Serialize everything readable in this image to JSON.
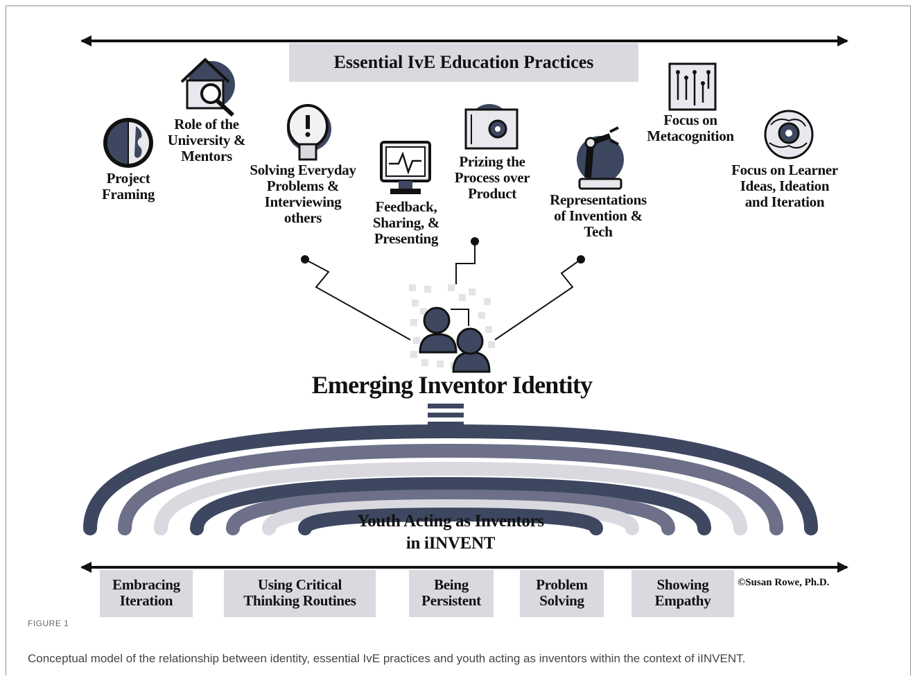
{
  "header": {
    "title": "Essential IvE Education Practices"
  },
  "practices": [
    {
      "icon": "globe-icon",
      "label": "Project\nFraming"
    },
    {
      "icon": "house-magnifier-icon",
      "label": "Role of the\nUniversity &\nMentors"
    },
    {
      "icon": "lightbulb-icon",
      "label": "Solving Everyday\nProblems &\nInterviewing\nothers"
    },
    {
      "icon": "monitor-icon",
      "label": "Feedback,\nSharing, &\nPresenting"
    },
    {
      "icon": "blueprint-gear-icon",
      "label": "Prizing the\nProcess over\nProduct"
    },
    {
      "icon": "robot-arm-icon",
      "label": "Representations\nof Invention &\nTech"
    },
    {
      "icon": "circuit-icon",
      "label": "Focus on\nMetacognition"
    },
    {
      "icon": "brain-gear-icon",
      "label": "Focus on Learner\nIdeas, Ideation\nand Iteration"
    }
  ],
  "center": {
    "title": "Emerging Inventor Identity"
  },
  "arch": {
    "title": "Youth Acting as Inventors\nin iINVENT"
  },
  "behaviors": [
    {
      "label": "Embracing\nIteration"
    },
    {
      "label": "Using Critical\nThinking Routines"
    },
    {
      "label": "Being\nPersistent"
    },
    {
      "label": "Problem\nSolving"
    },
    {
      "label": "Showing\nEmpathy"
    }
  ],
  "copyright": "©Susan Rowe, Ph.D.",
  "caption": {
    "label": "FIGURE 1",
    "text": "Conceptual model of the relationship between identity, essential IvE practices and youth acting as inventors within the context of iINVENT."
  },
  "colors": {
    "dark": "#3e4760",
    "mid": "#6d7088",
    "light": "#d9d9df",
    "ink": "#111111"
  }
}
